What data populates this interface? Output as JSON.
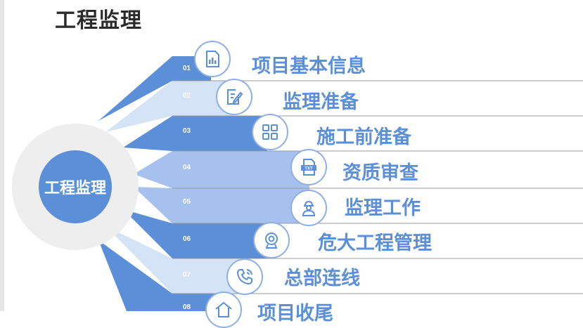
{
  "page_title": "工程监理",
  "center_label": "工程监理",
  "colors": {
    "dark_blue": "#5b8fd8",
    "mid_blue": "#a6c1ee",
    "light_blue": "#d5e3f7",
    "label_blue": "#5b8fd8",
    "center_ring": "#eeeeee"
  },
  "items": [
    {
      "num": "01",
      "label": "项目基本信息",
      "icon": "chart-document-icon"
    },
    {
      "num": "02",
      "label": "监理准备",
      "icon": "edit-document-icon"
    },
    {
      "num": "03",
      "label": "施工前准备",
      "icon": "grid-icon"
    },
    {
      "num": "04",
      "label": "资质审查",
      "icon": "txt-file-icon"
    },
    {
      "num": "05",
      "label": "监理工作",
      "icon": "worker-icon"
    },
    {
      "num": "06",
      "label": "危大工程管理",
      "icon": "webcam-icon"
    },
    {
      "num": "07",
      "label": "总部连线",
      "icon": "phone-icon"
    },
    {
      "num": "08",
      "label": "项目收尾",
      "icon": "home-icon"
    }
  ]
}
